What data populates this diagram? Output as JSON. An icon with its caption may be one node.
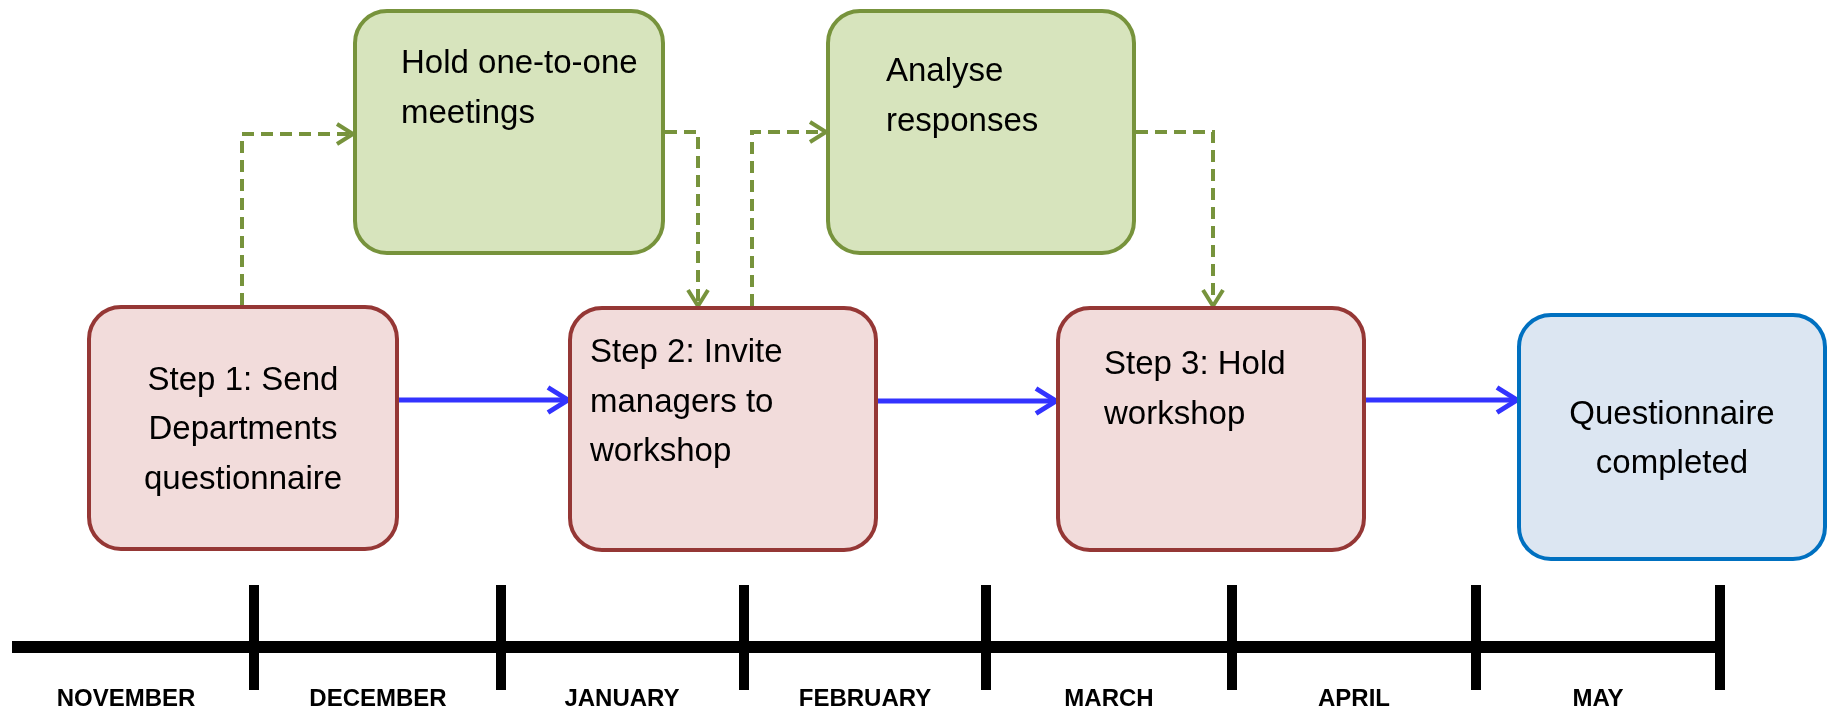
{
  "diagram": {
    "nodes": [
      {
        "text": [
          "Step 1: Send Departments questionnaire"
        ]
      },
      {
        "text": [
          "Hold one-to-one meetings"
        ]
      },
      {
        "text": [
          "Step 2: Invite managers to workshop"
        ]
      },
      {
        "text": [
          "Analyse responses"
        ]
      },
      {
        "text": [
          "Step 3: Hold workshop"
        ]
      },
      {
        "text": [
          "Questionnaire completed"
        ]
      }
    ],
    "edges": [
      {
        "from": 0,
        "to": 2,
        "arrow": "to",
        "color": "#3333ff"
      },
      {
        "from": 2,
        "to": 4,
        "arrow": "to",
        "color": "#3333ff"
      },
      {
        "from": 4,
        "to": 5,
        "arrow": "to",
        "color": "#3333ff"
      },
      {
        "from": 0,
        "to": 1,
        "arrow": "to",
        "style": "dashed"
      },
      {
        "from": 1,
        "to": 2,
        "arrow": "to",
        "style": "dashed"
      },
      {
        "from": 2,
        "to": 3,
        "arrow": "to",
        "style": "dashed"
      },
      {
        "from": 3,
        "to": 4,
        "arrow": "to",
        "style": "dashed"
      }
    ],
    "labels": [
      "NOVEMBER",
      "DECEMBER",
      "JANUARY",
      "FEBRUARY",
      "MARCH",
      "APRIL",
      "MAY"
    ]
  }
}
